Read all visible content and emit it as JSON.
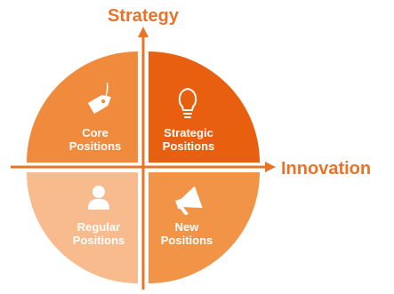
{
  "colors": {
    "accent": "#E8742A",
    "axis": "#E8742A",
    "core_positions": "#F08A3C",
    "strategic_positions": "#E8600F",
    "regular_positions": "#F7BB8E",
    "new_positions": "#F29448"
  },
  "axes": {
    "vertical_title": "Strategy",
    "horizontal_title": "Innovation"
  },
  "quadrants": [
    {
      "id": "core",
      "line1": "Core",
      "line2": "Positions",
      "icon": "tag-icon"
    },
    {
      "id": "strategic",
      "line1": "Strategic",
      "line2": "Positions",
      "icon": "lightbulb-icon"
    },
    {
      "id": "regular",
      "line1": "Regular",
      "line2": "Positions",
      "icon": "person-icon"
    },
    {
      "id": "new",
      "line1": "New",
      "line2": "Positions",
      "icon": "megaphone-icon"
    }
  ]
}
